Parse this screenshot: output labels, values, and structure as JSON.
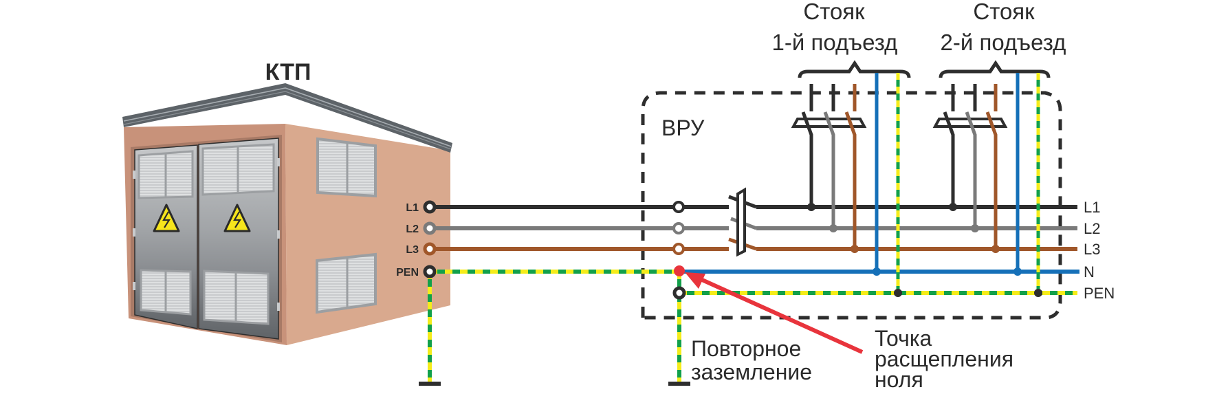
{
  "title": "КТП",
  "substation": {
    "label": "КТП",
    "terminals": [
      "L1",
      "L2",
      "L3",
      "PEN"
    ]
  },
  "vru": {
    "label": "ВРУ"
  },
  "risers": [
    {
      "line1": "Стояк",
      "line2": "1-й подъезд"
    },
    {
      "line1": "Стояк",
      "line2": "2-й подъезд"
    }
  ],
  "bus_labels": [
    "L1",
    "L2",
    "L3",
    "N",
    "PEN"
  ],
  "annotations": {
    "regrounding": [
      "Повторное",
      "заземление"
    ],
    "split_point": [
      "Точка",
      "расщепления",
      "ноля"
    ]
  },
  "colors": {
    "L1": "#2e2e2e",
    "L2": "#7a7a7a",
    "L3": "#a0572a",
    "N": "#1570b8",
    "PEN_green": "#12a04a",
    "PEN_yellow": "#f5ec1a",
    "split_marker": "#e8343c",
    "wall": "#d7a58b",
    "wall_side": "#d9a98e",
    "roof": "#5d6368",
    "door": "#9a9ea2",
    "warning": "#f6e51c",
    "frame": "#2e2e2e"
  }
}
